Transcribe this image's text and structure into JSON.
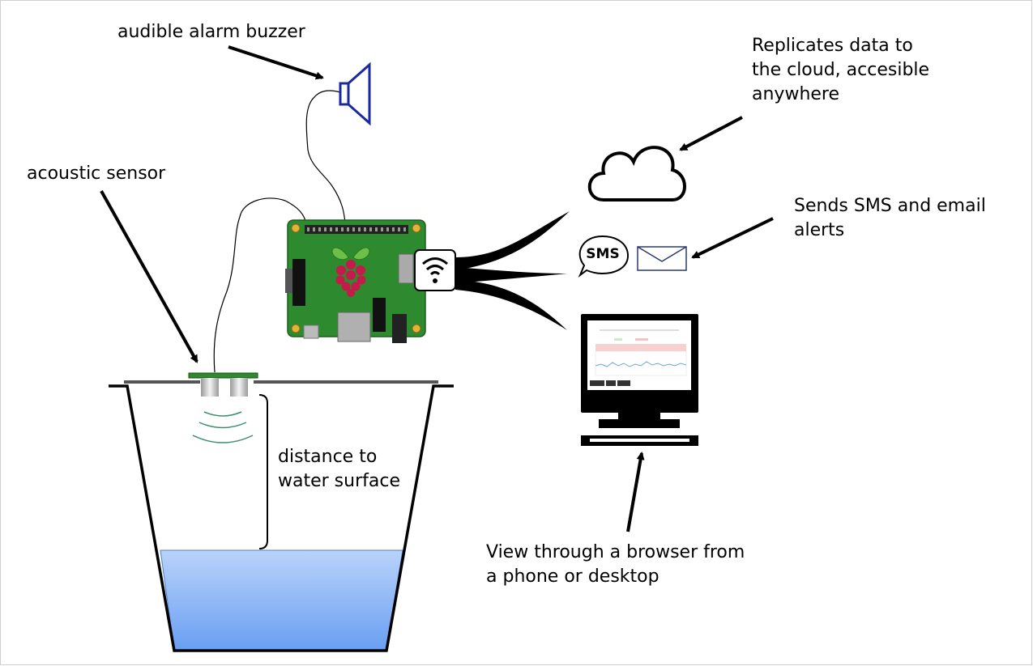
{
  "labels": {
    "buzzer": "audible alarm buzzer",
    "sensor": "acoustic sensor",
    "distance_line1": "distance to",
    "distance_line2": "water surface",
    "cloud_line1": "Replicates data to",
    "cloud_line2": "the cloud, accesible",
    "cloud_line3": "anywhere",
    "alerts_line1": "Sends SMS and email",
    "alerts_line2": "alerts",
    "browser_line1": "View through a browser from",
    "browser_line2": "a phone or desktop"
  },
  "icons": {
    "sms_text": "SMS"
  },
  "colors": {
    "board": "#2e8a2e",
    "water_top": "#b9d3fa",
    "water_bottom": "#6a9ff2",
    "speaker": "#1a2a9e",
    "waves": "#3d8f6e"
  }
}
